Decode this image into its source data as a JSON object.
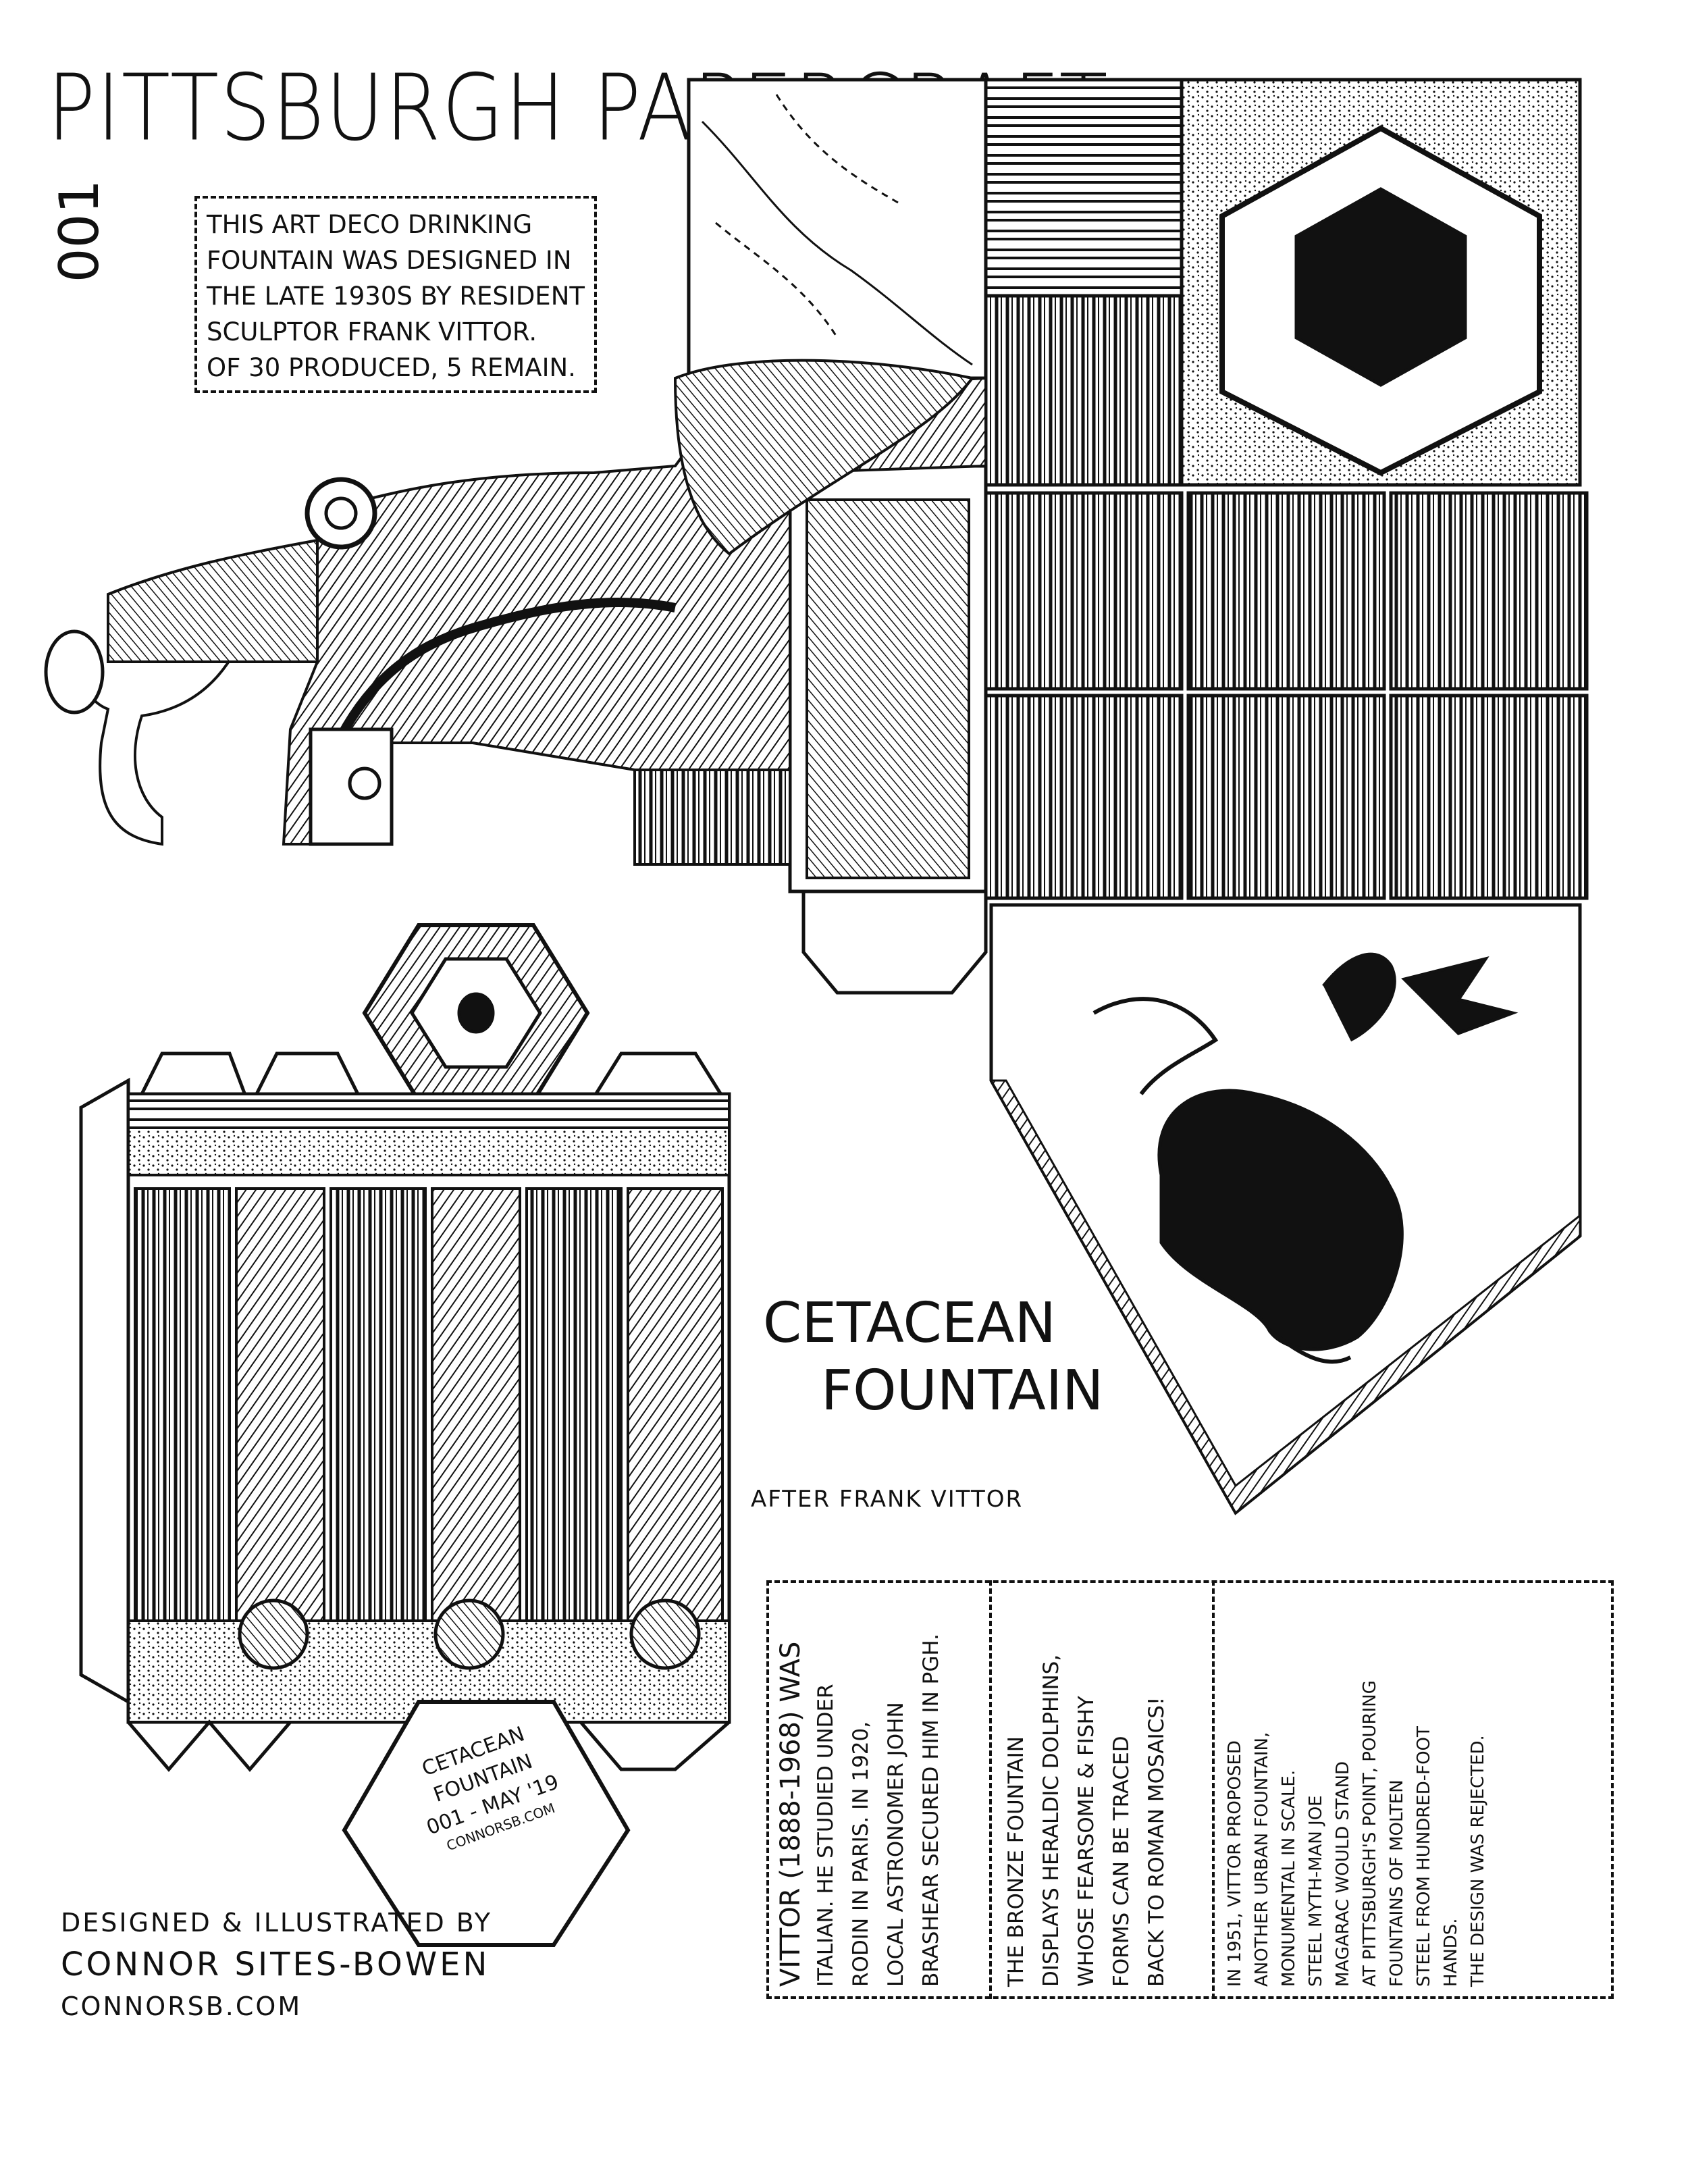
{
  "header": {
    "title": "Pittsburgh Papercraft",
    "issue_number": "001"
  },
  "intro": {
    "lines": [
      "This art Deco Drinking",
      "fountain was Designed in",
      "the late 1930s by Resident",
      "sculptor Frank Vittor.",
      "Of 30 produced, 5 remain."
    ]
  },
  "model": {
    "title_line1": "Cetacean",
    "title_line2": "Fountain",
    "attribution": "after Frank Vittor",
    "stamp": {
      "line1": "Cetacean",
      "line2": "Fountain",
      "line3": "001 - May '19",
      "line4": "connorsb.com"
    }
  },
  "info": {
    "column1": [
      "Vittor (1888-1968) was",
      "Italian. He studied under",
      "Rodin in Paris. In 1920,",
      "local astronomer John",
      "Brashear secured him in Pgh."
    ],
    "column2": [
      "The bronze fountain",
      "displays heraldic dolphins,",
      "whose fearsome & fishy",
      "forms can be traced",
      "back to Roman mosaics!"
    ],
    "column3": [
      "In 1951, Vittor proposed",
      "another urban fountain,",
      "monumental in scale.",
      "Steel myth-man Joe",
      "Magarac would stand",
      "at Pittsburgh's point, pouring",
      "fountains of molten",
      "steel from hundred-foot",
      "hands.",
      "The design was rejected."
    ]
  },
  "credits": {
    "line1": "Designed & illustrated by",
    "name": "Connor Sites-Bowen",
    "website": "connorsb.com"
  },
  "colors": {
    "ink": "#111111",
    "paper": "#ffffff"
  }
}
